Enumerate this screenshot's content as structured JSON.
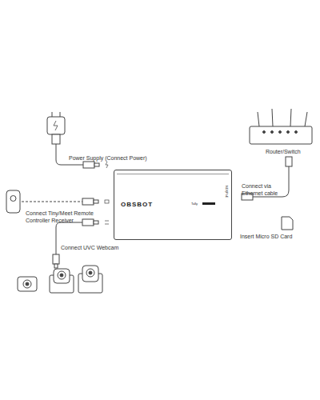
{
  "diagram": {
    "nodes": [
      {
        "text": [
          "OBSBOT",
          "Tally"
        ]
      }
    ],
    "labels": [
      "Power Supply (Connect Power)",
      "Connect Tiny/Meet Remote Controller Receiver",
      "Connect  UVC Webcam",
      "Router/Switch",
      "Connect via Ethernet cable",
      "Insert Micro SD Card",
      "NDI|PoE"
    ]
  }
}
